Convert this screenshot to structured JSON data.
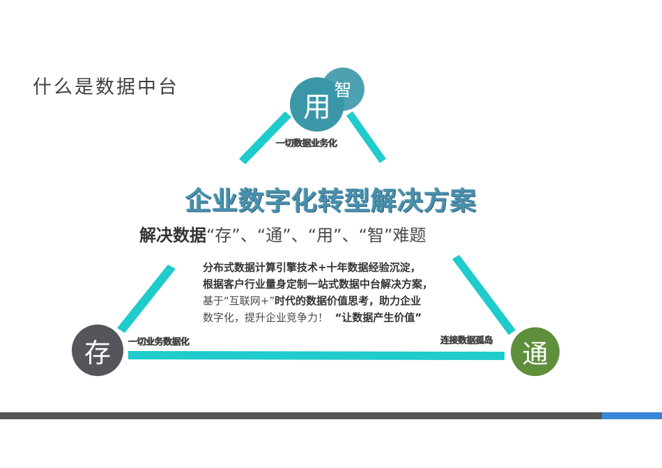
{
  "slide": {
    "title": "什么是数据中台"
  },
  "diagram": {
    "nodes": {
      "yong": {
        "label": "用",
        "color": "#3b97a8"
      },
      "zhi": {
        "label": "智",
        "color": "#3b97a8"
      },
      "cun": {
        "label": "存",
        "color": "#55565b"
      },
      "tong": {
        "label": "通",
        "color": "#5e8f3a"
      }
    },
    "edge_color": "#1fcbcb",
    "edge_labels": {
      "top": "一切数据业务化",
      "left": "一切业务数据化",
      "right": "连接数据孤岛"
    }
  },
  "content": {
    "heading": "企业数字化转型解决方案",
    "subheading_strong": "解决数据",
    "subheading_rest": "“存”、“通”、“用”、“智”难题",
    "body_lines": [
      {
        "strong": "分布式数据计算引擎技术+十年数据经验沉淀，",
        "rest": ""
      },
      {
        "strong": "根据客户行业量身定制一站式数据中台解决方案，",
        "rest": ""
      },
      {
        "plain": "基于“互联网+”",
        "strong": "时代的数据价值思考，助力企业"
      },
      {
        "plain": "数字化，提升企业竞争力！",
        "strong": "“让数据产生价值”"
      }
    ]
  },
  "footer": {
    "bar_dark_color": "#555555",
    "bar_accent_color": "#3a86d8"
  }
}
